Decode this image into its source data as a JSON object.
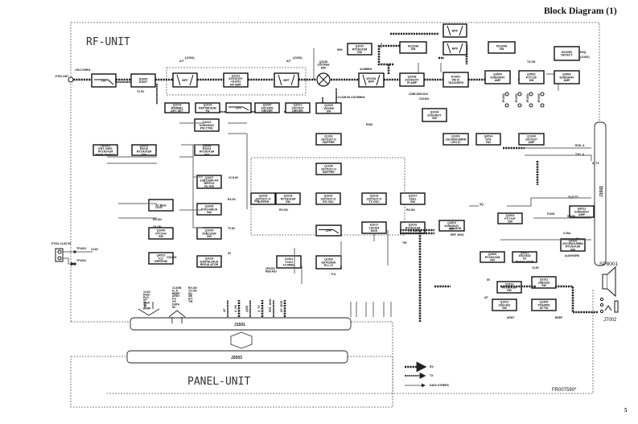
{
  "header": {
    "title": "Block Diagram (1)",
    "page_number": "5",
    "doc_code": "FR007590*"
  },
  "units": {
    "rf": "RF-UNIT",
    "panel": "PANEL-UNIT"
  },
  "connectors": {
    "j1501": "J1501",
    "j2003": "J2003",
    "j1502": "J1502",
    "j7002": "J7002",
    "spk": "SP8001"
  },
  "antenna": {
    "ref": "J7001\nANT",
    "freq": "145-174MHz"
  },
  "power_in": {
    "ref": "P7001\n13.8V IN",
    "tp1": "TP1003",
    "tp1_v": "13.8V",
    "tp2": "TP1004"
  },
  "blocks": {
    "lpf1": "LPF",
    "d1005": [
      "D1005",
      "D1007"
    ],
    "antsw": [
      "1SS355",
      "ANT SW"
    ],
    "bpf1": "BPF",
    "q1011": [
      "Q1011",
      "2SC4915Y",
      "+D1051",
      "RF AMP"
    ],
    "bpf2": "BPF",
    "mix_ref": [
      "Q1036",
      "2SC5066",
      "MIX"
    ],
    "q1037": [
      "Q1037",
      "RT1N241M",
      "SW"
    ],
    "if1": [
      "NC2048",
      "SW"
    ],
    "if2": [
      "NC2048",
      "SW"
    ],
    "cf1": "BPF",
    "cf2": "BPF",
    "xf1001": [
      "XF1001",
      "BPF"
    ],
    "q1038": [
      "Q1038",
      "2SC4915Y",
      "IF AMP"
    ],
    "ic1001": [
      "IC1001",
      "FM IC",
      "TA31136FN"
    ],
    "q4503": [
      "Q4503",
      "NJM2904V",
      "AMP"
    ],
    "q4501": [
      "Q4501",
      "PCT12F",
      "SW"
    ],
    "q4502": [
      "Q4502",
      "NJM2904V",
      "AMP"
    ],
    "nc2050": [
      "NC2050",
      "DETECT"
    ],
    "q1014": [
      "Q1014",
      "RN5RB1",
      "APC DET"
    ],
    "q1015": [
      "Q1015",
      "RD07MUS2B",
      "PA"
    ],
    "lpf2": "LPF",
    "q1020": [
      "Q1020",
      "2SC3356",
      "DRIVER"
    ],
    "q1021": [
      "Q1021",
      "2SC5107",
      "DRIVER"
    ],
    "q1025": [
      "Q1025",
      "1SS355",
      "SW"
    ],
    "q1022": [
      "Q1022",
      "NJM2904V",
      "PW CTRL"
    ],
    "q1023": [
      "Q1023",
      "D1010",
      "RT1N241M",
      "SW"
    ],
    "q1026": [
      "Q1026",
      "D1024",
      "RT1N241M",
      "SW"
    ],
    "temp": [
      "TH1002",
      "ERT-J0EG",
      "RT1N241M",
      "TEMP DETECT"
    ],
    "q1034": [
      "Q1034",
      "2SA1462Y",
      "SW"
    ],
    "q1001": [
      "Q1001",
      "2SC4081UMRN",
      "CPU IC"
    ],
    "q4514": [
      "Q4514",
      "DTA",
      "SW"
    ],
    "q1031": [
      "Q1031",
      "2SC5107-O",
      "BUFFER"
    ],
    "q1030": [
      "Q1030",
      "2SC5107-O",
      "BUFFER"
    ],
    "q1028": [
      "Q1028",
      "2SC5107-O",
      "BUFFER"
    ],
    "q1018": [
      "Q1018",
      "RT1N241M",
      "SW"
    ],
    "q1029": [
      "Q1029",
      "2SC5107-O",
      "RX OSC"
    ],
    "q1019": [
      "Q1019",
      "2SC5107-O",
      "TX OSC"
    ],
    "q1027": [
      "Q1027",
      "2SA1",
      "SW"
    ],
    "lpf3": "LPF",
    "d1017": [
      "D1017",
      "1SV264",
      "MOD"
    ],
    "q1016": [
      "Q1016",
      "RT1N241M",
      "T/R SW"
    ],
    "q1003": [
      "Q1003",
      "SA7025DK",
      "PLL IC"
    ],
    "x1001": [
      "X1001",
      "TCXO",
      "14.5MHz"
    ],
    "q1039": [
      "Q1039",
      "2SC5107",
      "AMP"
    ],
    "q1007": [
      "Q1007",
      "2SB1198K-FA",
      "RIPPLE",
      "FILTER"
    ],
    "reg": "5V REG",
    "q1008": [
      "Q1008",
      "DTA144EUA",
      "SW"
    ],
    "q1040": [
      "Q1040",
      "DTC143",
      "SW"
    ],
    "q1009": [
      "Q1009",
      "2SB1132R",
      "SW"
    ],
    "eeprom": [
      "Q4523",
      "IC2",
      "EEPROM"
    ],
    "q1024": [
      "Q1024",
      "NJM78L05UA",
      "REGULATOR"
    ],
    "q1002": [
      "Q1002",
      "PCT12F",
      "SW"
    ],
    "q4506": [
      "Q4506",
      "RT1N241M",
      "SW"
    ],
    "q4511": [
      "Q4511",
      "2SC5343",
      "5V",
      "REGULATOR"
    ],
    "q4508": [
      "Q4508",
      "2SC4081UMRN",
      "RT1N241M",
      "SW"
    ],
    "q4512": [
      "Q4512",
      "NJM2902V",
      "AMP"
    ],
    "q4510": [
      "Q4510",
      "NJM2902V",
      "AMP"
    ],
    "q1513": [
      "Q1513",
      "RT1N241M",
      "SW"
    ],
    "q1511": [
      "Q1511",
      "2SB1182",
      "SW"
    ],
    "q1505": [
      "Q1505",
      "TDA8551",
      "AF PA"
    ],
    "q1512": [
      "Q1512",
      "2SA1462",
      "SW"
    ]
  },
  "signals": {
    "at": "A/T",
    "j1001": "(J1001)",
    "tx5v": "TX 5V",
    "rssi": "RSSI",
    "wn": "W/N",
    "lo": "LO=189.95-218.95MHz",
    "if": "44.85MHz",
    "cd": "CDBC450CX24",
    "cd_ref": "CD1001",
    "squelch": "SQ",
    "sq_ctl": "SQ/CTS",
    "nsq": "NSQ",
    "txon": "TX.ON",
    "rxon": "RX.ON",
    "rx8v": "RX 8V",
    "tx8v": "TX 8V",
    "vcc8v": "VCO 8V",
    "v5": "5V",
    "v138": "13.8V",
    "afmod": "AF_MOD",
    "refmod": "REF_MOD",
    "pu": "P.U",
    "tr": "T/R",
    "rxda": "RXD_A",
    "txda": "TXD_A",
    "afmod2": "A_TX",
    "auxhorn": "AUX/HORN",
    "ignition": "IG",
    "beep": "BEEP",
    "afmute": "AFMT",
    "af": "AF",
    "jp_labels": [
      "JP1002",
      "JP1003",
      "JP1004",
      "JP1005",
      "JP1006",
      "JP1007",
      "JP2001",
      "JP2002"
    ],
    "fuse": "F1001",
    "fuse_val": "0.25A",
    "sw5v": "5V/SB",
    "vr": "VR1001\nREF.ADJ",
    "ssd": "CD1003",
    "cpu_sigs_1": [
      "13.8V",
      "RSSI",
      "PLD",
      "AF",
      "WEN",
      "TX",
      "DTMF"
    ],
    "cpu_sigs_2": [
      "13.8VB",
      "H_A",
      "BEEP",
      "AFMT",
      "P.C",
      "CK",
      "DATA",
      "5V"
    ],
    "cpu_sigs_3": [
      "RX.ON",
      "TX.ON",
      "SQ",
      "SB",
      "A/T",
      "T/R"
    ],
    "j1501_pins": [
      "AF",
      "A_RX",
      "QSIG",
      "A_TX",
      "REF_MOD",
      "AF_MOD"
    ]
  },
  "legend": {
    "items": [
      {
        "label": "RX",
        "style": "rx"
      },
      {
        "label": "TX",
        "style": "tx"
      },
      {
        "label": "DATA OTHERS",
        "style": "other"
      }
    ]
  }
}
